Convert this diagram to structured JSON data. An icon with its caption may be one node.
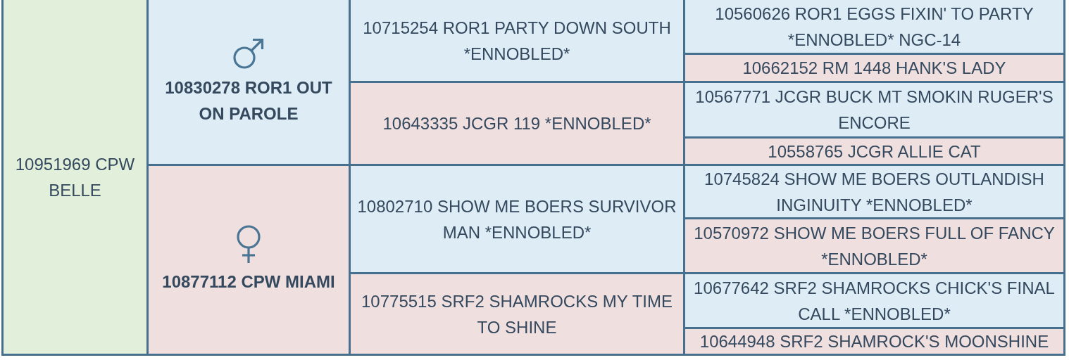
{
  "diagram": {
    "nodes": [
      {
        "text": [
          "10951969 CPW BELLE"
        ]
      },
      {
        "text": [
          "10830278 ROR1 OUT ON PAROLE"
        ]
      },
      {
        "text": [
          "10715254 ROR1 PARTY DOWN SOUTH *ENNOBLED*"
        ]
      },
      {
        "text": [
          "10560626 ROR1 EGGS FIXIN' TO PARTY *ENNOBLED* NGC-14"
        ]
      },
      {
        "text": [
          "10662152 RM 1448 HANK'S LADY"
        ]
      },
      {
        "text": [
          "10643335 JCGR 119 *ENNOBLED*"
        ]
      },
      {
        "text": [
          "10567771 JCGR BUCK MT SMOKIN RUGER'S ENCORE"
        ]
      },
      {
        "text": [
          "10558765 JCGR ALLIE CAT"
        ]
      },
      {
        "text": [
          "10877112 CPW MIAMI"
        ]
      },
      {
        "text": [
          "10802710 SHOW ME BOERS SURVIVOR MAN *ENNOBLED*"
        ]
      },
      {
        "text": [
          "10745824 SHOW ME BOERS OUTLANDISH INGINUITY *ENNOBLED*"
        ]
      },
      {
        "text": [
          "10570972 SHOW ME BOERS FULL OF FANCY *ENNOBLED*"
        ]
      },
      {
        "text": [
          "10775515 SRF2 SHAMROCKS MY TIME TO SHINE"
        ]
      },
      {
        "text": [
          "10677642 SRF2 SHAMROCKS CHICK'S FINAL CALL *ENNOBLED*"
        ]
      },
      {
        "text": [
          "10644948 SRF2 SHAMROCK'S MOONSHINE"
        ]
      }
    ]
  }
}
